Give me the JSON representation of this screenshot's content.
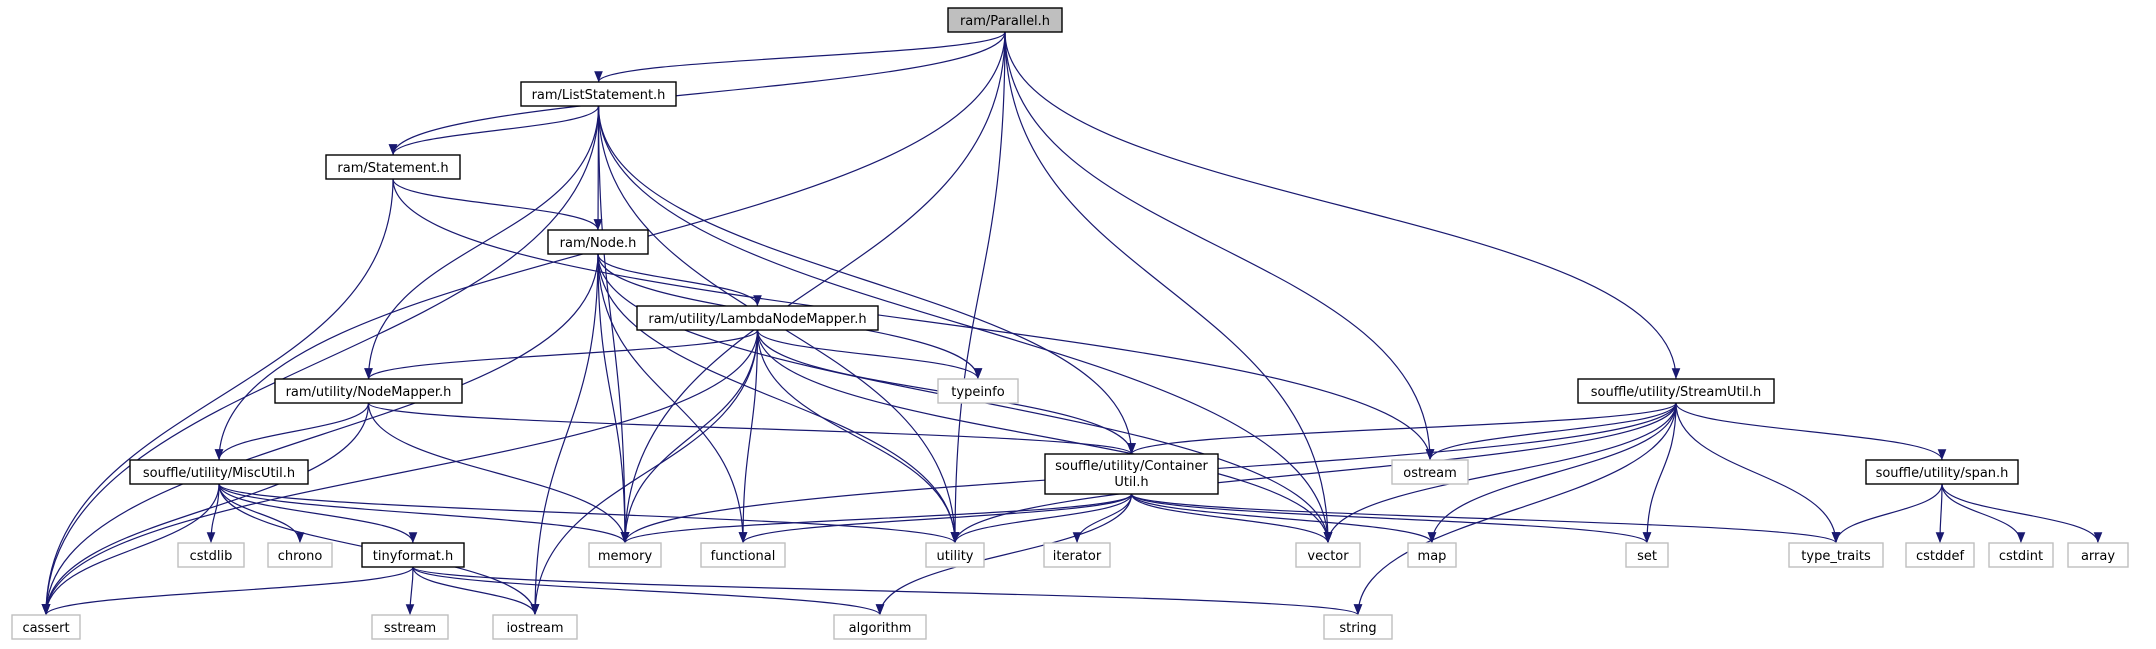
{
  "graph": {
    "nodes": [
      {
        "id": "parallel",
        "label": "ram/Parallel.h",
        "kind": "root"
      },
      {
        "id": "liststatement",
        "label": "ram/ListStatement.h",
        "kind": "internal"
      },
      {
        "id": "statement",
        "label": "ram/Statement.h",
        "kind": "internal"
      },
      {
        "id": "node",
        "label": "ram/Node.h",
        "kind": "internal"
      },
      {
        "id": "lambdanodemapper",
        "label": "ram/utility/LambdaNodeMapper.h",
        "kind": "internal"
      },
      {
        "id": "nodemapper",
        "label": "ram/utility/NodeMapper.h",
        "kind": "internal"
      },
      {
        "id": "miscutil",
        "label": "souffle/utility/MiscUtil.h",
        "kind": "internal"
      },
      {
        "id": "containerutil",
        "label": "souffle/utility/Container",
        "label2": "Util.h",
        "kind": "internal"
      },
      {
        "id": "tinyformat",
        "label": "tinyformat.h",
        "kind": "internal"
      },
      {
        "id": "streamutil",
        "label": "souffle/utility/StreamUtil.h",
        "kind": "internal"
      },
      {
        "id": "span",
        "label": "souffle/utility/span.h",
        "kind": "internal"
      },
      {
        "id": "typeinfo",
        "label": "typeinfo",
        "kind": "external"
      },
      {
        "id": "ostream",
        "label": "ostream",
        "kind": "external"
      },
      {
        "id": "cstdlib",
        "label": "cstdlib",
        "kind": "external"
      },
      {
        "id": "chrono",
        "label": "chrono",
        "kind": "external"
      },
      {
        "id": "memory",
        "label": "memory",
        "kind": "external"
      },
      {
        "id": "functional",
        "label": "functional",
        "kind": "external"
      },
      {
        "id": "utility",
        "label": "utility",
        "kind": "external"
      },
      {
        "id": "iterator",
        "label": "iterator",
        "kind": "external"
      },
      {
        "id": "vector",
        "label": "vector",
        "kind": "external"
      },
      {
        "id": "map",
        "label": "map",
        "kind": "external"
      },
      {
        "id": "set",
        "label": "set",
        "kind": "external"
      },
      {
        "id": "type_traits",
        "label": "type_traits",
        "kind": "external"
      },
      {
        "id": "cstddef",
        "label": "cstddef",
        "kind": "external"
      },
      {
        "id": "cstdint",
        "label": "cstdint",
        "kind": "external"
      },
      {
        "id": "array",
        "label": "array",
        "kind": "external"
      },
      {
        "id": "cassert",
        "label": "cassert",
        "kind": "external"
      },
      {
        "id": "sstream",
        "label": "sstream",
        "kind": "external"
      },
      {
        "id": "iostream",
        "label": "iostream",
        "kind": "external"
      },
      {
        "id": "algorithm",
        "label": "algorithm",
        "kind": "external"
      },
      {
        "id": "string",
        "label": "string",
        "kind": "external"
      }
    ],
    "edges": [
      [
        "parallel",
        "liststatement"
      ],
      [
        "parallel",
        "statement"
      ],
      [
        "parallel",
        "miscutil"
      ],
      [
        "parallel",
        "memory"
      ],
      [
        "parallel",
        "utility"
      ],
      [
        "parallel",
        "ostream"
      ],
      [
        "parallel",
        "vector"
      ],
      [
        "parallel",
        "streamutil"
      ],
      [
        "liststatement",
        "statement"
      ],
      [
        "liststatement",
        "node"
      ],
      [
        "liststatement",
        "nodemapper"
      ],
      [
        "liststatement",
        "containerutil"
      ],
      [
        "liststatement",
        "cassert"
      ],
      [
        "liststatement",
        "memory"
      ],
      [
        "liststatement",
        "utility"
      ],
      [
        "liststatement",
        "vector"
      ],
      [
        "statement",
        "node"
      ],
      [
        "statement",
        "ostream"
      ],
      [
        "statement",
        "cassert"
      ],
      [
        "node",
        "lambdanodemapper"
      ],
      [
        "node",
        "typeinfo"
      ],
      [
        "node",
        "cassert"
      ],
      [
        "node",
        "memory"
      ],
      [
        "node",
        "functional"
      ],
      [
        "node",
        "utility"
      ],
      [
        "node",
        "vector"
      ],
      [
        "node",
        "iostream"
      ],
      [
        "lambdanodemapper",
        "nodemapper"
      ],
      [
        "lambdanodemapper",
        "containerutil"
      ],
      [
        "lambdanodemapper",
        "typeinfo"
      ],
      [
        "lambdanodemapper",
        "cassert"
      ],
      [
        "lambdanodemapper",
        "memory"
      ],
      [
        "lambdanodemapper",
        "functional"
      ],
      [
        "lambdanodemapper",
        "utility"
      ],
      [
        "lambdanodemapper",
        "vector"
      ],
      [
        "lambdanodemapper",
        "iostream"
      ],
      [
        "nodemapper",
        "miscutil"
      ],
      [
        "nodemapper",
        "containerutil"
      ],
      [
        "nodemapper",
        "cassert"
      ],
      [
        "nodemapper",
        "memory"
      ],
      [
        "miscutil",
        "cstdlib"
      ],
      [
        "miscutil",
        "chrono"
      ],
      [
        "miscutil",
        "tinyformat"
      ],
      [
        "miscutil",
        "memory"
      ],
      [
        "miscutil",
        "iostream"
      ],
      [
        "miscutil",
        "utility"
      ],
      [
        "miscutil",
        "cassert"
      ],
      [
        "containerutil",
        "memory"
      ],
      [
        "containerutil",
        "functional"
      ],
      [
        "containerutil",
        "utility"
      ],
      [
        "containerutil",
        "iterator"
      ],
      [
        "containerutil",
        "vector"
      ],
      [
        "containerutil",
        "map"
      ],
      [
        "containerutil",
        "set"
      ],
      [
        "containerutil",
        "type_traits"
      ],
      [
        "containerutil",
        "algorithm"
      ],
      [
        "tinyformat",
        "cassert"
      ],
      [
        "tinyformat",
        "sstream"
      ],
      [
        "tinyformat",
        "iostream"
      ],
      [
        "tinyformat",
        "algorithm"
      ],
      [
        "tinyformat",
        "string"
      ],
      [
        "streamutil",
        "containerutil"
      ],
      [
        "streamutil",
        "span"
      ],
      [
        "streamutil",
        "ostream"
      ],
      [
        "streamutil",
        "memory"
      ],
      [
        "streamutil",
        "utility"
      ],
      [
        "streamutil",
        "vector"
      ],
      [
        "streamutil",
        "map"
      ],
      [
        "streamutil",
        "set"
      ],
      [
        "streamutil",
        "type_traits"
      ],
      [
        "streamutil",
        "string"
      ],
      [
        "span",
        "type_traits"
      ],
      [
        "span",
        "cstddef"
      ],
      [
        "span",
        "cstdint"
      ],
      [
        "span",
        "array"
      ]
    ]
  },
  "colors": {
    "edge": "#191970",
    "internal_border": "#000000",
    "internal_fill": "#ffffff",
    "external_border": "#bfbfbf",
    "external_fill": "#ffffff",
    "root_fill": "#bfbfbf",
    "text": "#000000"
  }
}
